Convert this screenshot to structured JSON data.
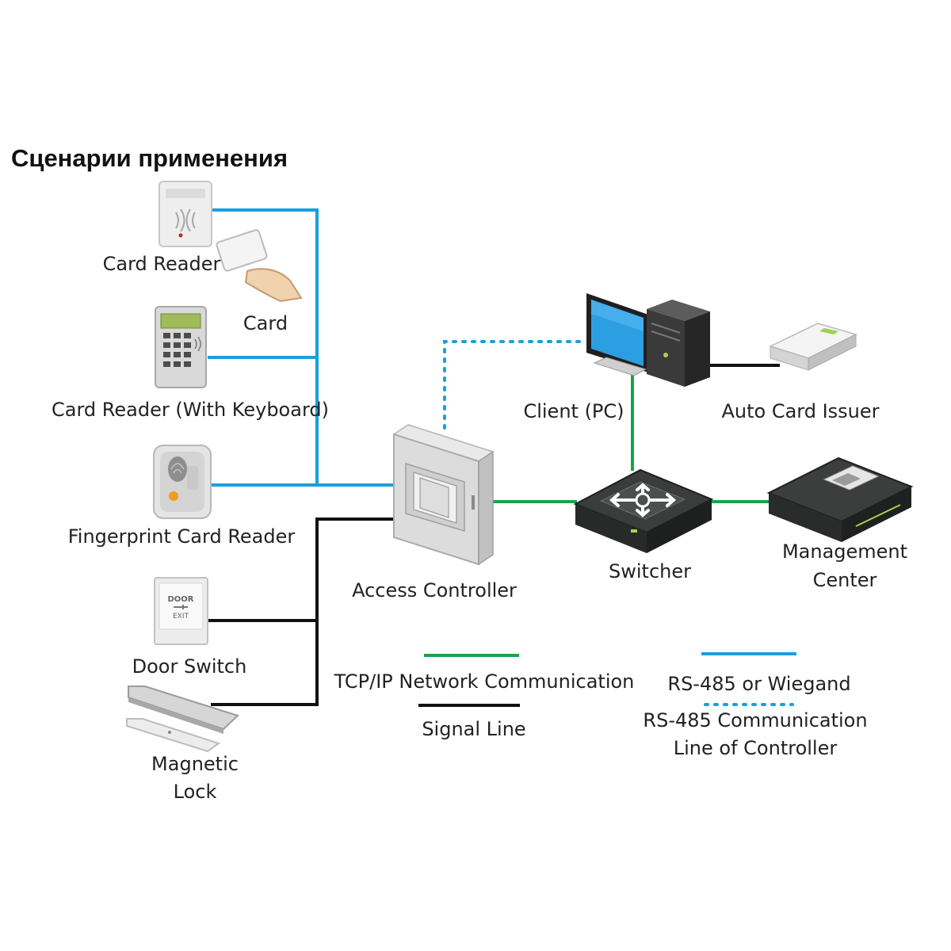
{
  "heading": "Сценарии применения",
  "colors": {
    "tcpip": "#1aa34a",
    "rs485": "#1b9fdc",
    "signal": "#111111",
    "rs485_dotted": "#1b9fdc"
  },
  "devices": {
    "card_reader": "Card Reader",
    "card": "Card",
    "card_reader_keyboard": "Card Reader (With Keyboard)",
    "fingerprint_reader": "Fingerprint Card Reader",
    "door_switch": "Door Switch",
    "magnetic_lock_line1": "Magnetic",
    "magnetic_lock_line2": "Lock",
    "access_controller": "Access Controller",
    "client_pc": "Client (PC)",
    "auto_card_issuer": "Auto Card Issuer",
    "switcher": "Switcher",
    "management_center_line1": "Management",
    "management_center_line2": "Center"
  },
  "door_switch_text": {
    "line1": "DOOR",
    "line2": "EXIT"
  },
  "legend": {
    "tcpip": "TCP/IP Network Communication",
    "signal": "Signal Line",
    "rs485_wiegand": "RS-485 or Wiegand",
    "rs485_controller_line1": "RS-485 Communication",
    "rs485_controller_line2": "Line of Controller"
  }
}
